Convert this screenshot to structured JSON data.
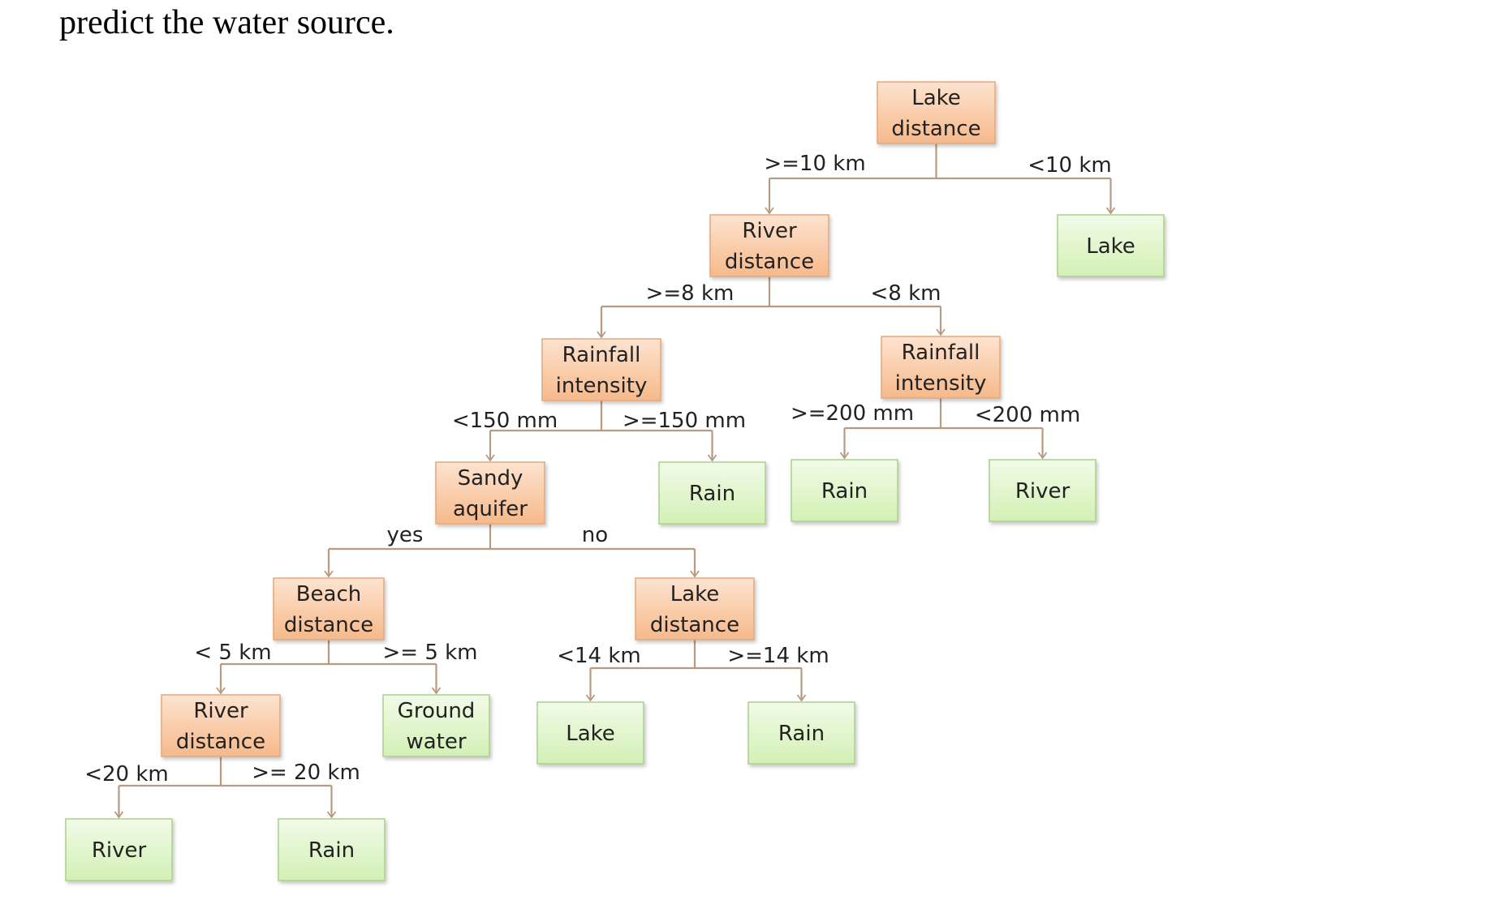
{
  "heading": "predict the water source.",
  "colors": {
    "decision_fill_top": "#fde3cf",
    "decision_fill_bottom": "#f6b98b",
    "decision_border": "#e2a77c",
    "leaf_fill_top": "#f1fbe7",
    "leaf_fill_bottom": "#d3f0b5",
    "leaf_border": "#a9cf8d",
    "connector": "#b89a80",
    "text": "#222222"
  },
  "tree": {
    "nodes": [
      {
        "id": "lake-distance-root",
        "kind": "decision",
        "lines": [
          "Lake",
          "distance"
        ]
      },
      {
        "id": "river-distance-1",
        "kind": "decision",
        "lines": [
          "River",
          "distance"
        ]
      },
      {
        "id": "lake-leaf-1",
        "kind": "leaf",
        "lines": [
          "Lake"
        ]
      },
      {
        "id": "rainfall-intensity-1",
        "kind": "decision",
        "lines": [
          "Rainfall",
          "intensity"
        ]
      },
      {
        "id": "rainfall-intensity-2",
        "kind": "decision",
        "lines": [
          "Rainfall",
          "intensity"
        ]
      },
      {
        "id": "sandy-aquifer",
        "kind": "decision",
        "lines": [
          "Sandy",
          "aquifer"
        ]
      },
      {
        "id": "rain-leaf-1",
        "kind": "leaf",
        "lines": [
          "Rain"
        ]
      },
      {
        "id": "rain-leaf-2",
        "kind": "leaf",
        "lines": [
          "Rain"
        ]
      },
      {
        "id": "river-leaf-1",
        "kind": "leaf",
        "lines": [
          "River"
        ]
      },
      {
        "id": "beach-distance",
        "kind": "decision",
        "lines": [
          "Beach",
          "distance"
        ]
      },
      {
        "id": "lake-distance-2",
        "kind": "decision",
        "lines": [
          "Lake",
          "distance"
        ]
      },
      {
        "id": "river-distance-2",
        "kind": "decision",
        "lines": [
          "River",
          "distance"
        ]
      },
      {
        "id": "ground-water-leaf",
        "kind": "leaf",
        "lines": [
          "Ground",
          "water"
        ]
      },
      {
        "id": "lake-leaf-2",
        "kind": "leaf",
        "lines": [
          "Lake"
        ]
      },
      {
        "id": "rain-leaf-3",
        "kind": "leaf",
        "lines": [
          "Rain"
        ]
      },
      {
        "id": "river-leaf-2",
        "kind": "leaf",
        "lines": [
          "River"
        ]
      },
      {
        "id": "rain-leaf-4",
        "kind": "leaf",
        "lines": [
          "Rain"
        ]
      }
    ],
    "edges": [
      {
        "from": "lake-distance-root",
        "to": "river-distance-1",
        "label": ">=10 km"
      },
      {
        "from": "lake-distance-root",
        "to": "lake-leaf-1",
        "label": "<10 km"
      },
      {
        "from": "river-distance-1",
        "to": "rainfall-intensity-1",
        "label": ">=8 km"
      },
      {
        "from": "river-distance-1",
        "to": "rainfall-intensity-2",
        "label": "<8 km"
      },
      {
        "from": "rainfall-intensity-1",
        "to": "sandy-aquifer",
        "label": "<150 mm"
      },
      {
        "from": "rainfall-intensity-1",
        "to": "rain-leaf-1",
        "label": ">=150 mm"
      },
      {
        "from": "rainfall-intensity-2",
        "to": "rain-leaf-2",
        "label": ">=200 mm"
      },
      {
        "from": "rainfall-intensity-2",
        "to": "river-leaf-1",
        "label": "<200 mm"
      },
      {
        "from": "sandy-aquifer",
        "to": "beach-distance",
        "label": "yes"
      },
      {
        "from": "sandy-aquifer",
        "to": "lake-distance-2",
        "label": "no"
      },
      {
        "from": "beach-distance",
        "to": "river-distance-2",
        "label": "< 5 km"
      },
      {
        "from": "beach-distance",
        "to": "ground-water-leaf",
        "label": ">= 5 km"
      },
      {
        "from": "lake-distance-2",
        "to": "lake-leaf-2",
        "label": "<14 km"
      },
      {
        "from": "lake-distance-2",
        "to": "rain-leaf-3",
        "label": ">=14 km"
      },
      {
        "from": "river-distance-2",
        "to": "river-leaf-2",
        "label": "<20 km"
      },
      {
        "from": "river-distance-2",
        "to": "rain-leaf-4",
        "label": ">= 20 km"
      }
    ]
  }
}
